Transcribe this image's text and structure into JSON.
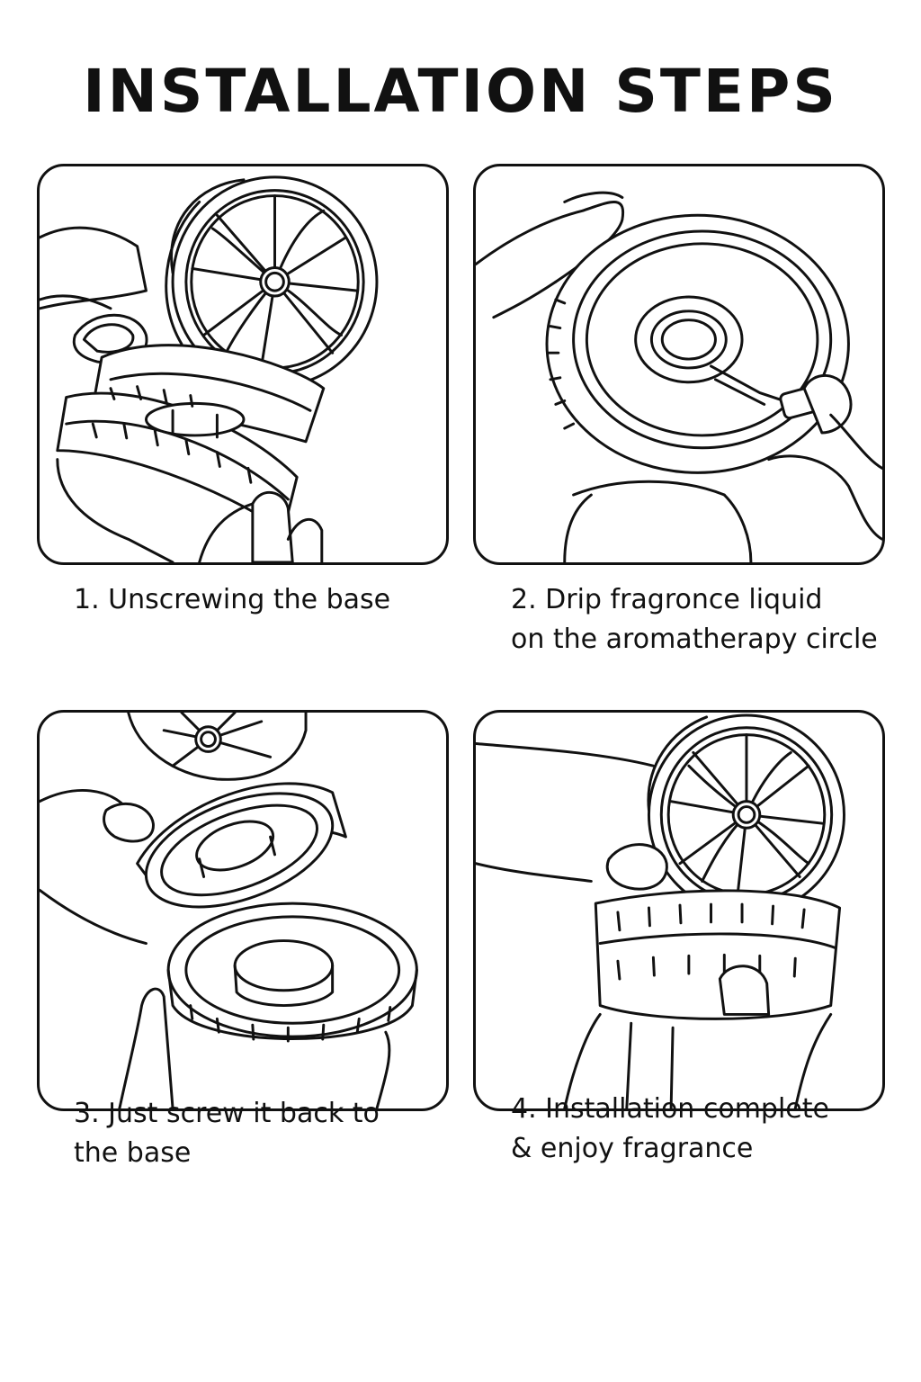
{
  "page": {
    "title": "INSTALLATION STEPS"
  },
  "steps": [
    {
      "line1": "1. Unscrewing the base",
      "line2": "",
      "icon": "unscrew-base-illustration"
    },
    {
      "line1": "2. Drip fragronce liquid",
      "line2": "on the aromatherapy circle",
      "icon": "drip-liquid-illustration"
    },
    {
      "line1": "3. Just screw it back to",
      "line2": "the base",
      "icon": "screw-back-illustration"
    },
    {
      "line1": "4. Installation complete",
      "line2": "& enjoy fragrance",
      "icon": "installation-complete-illustration"
    }
  ],
  "colors": {
    "ink": "#111111",
    "background": "#ffffff"
  }
}
